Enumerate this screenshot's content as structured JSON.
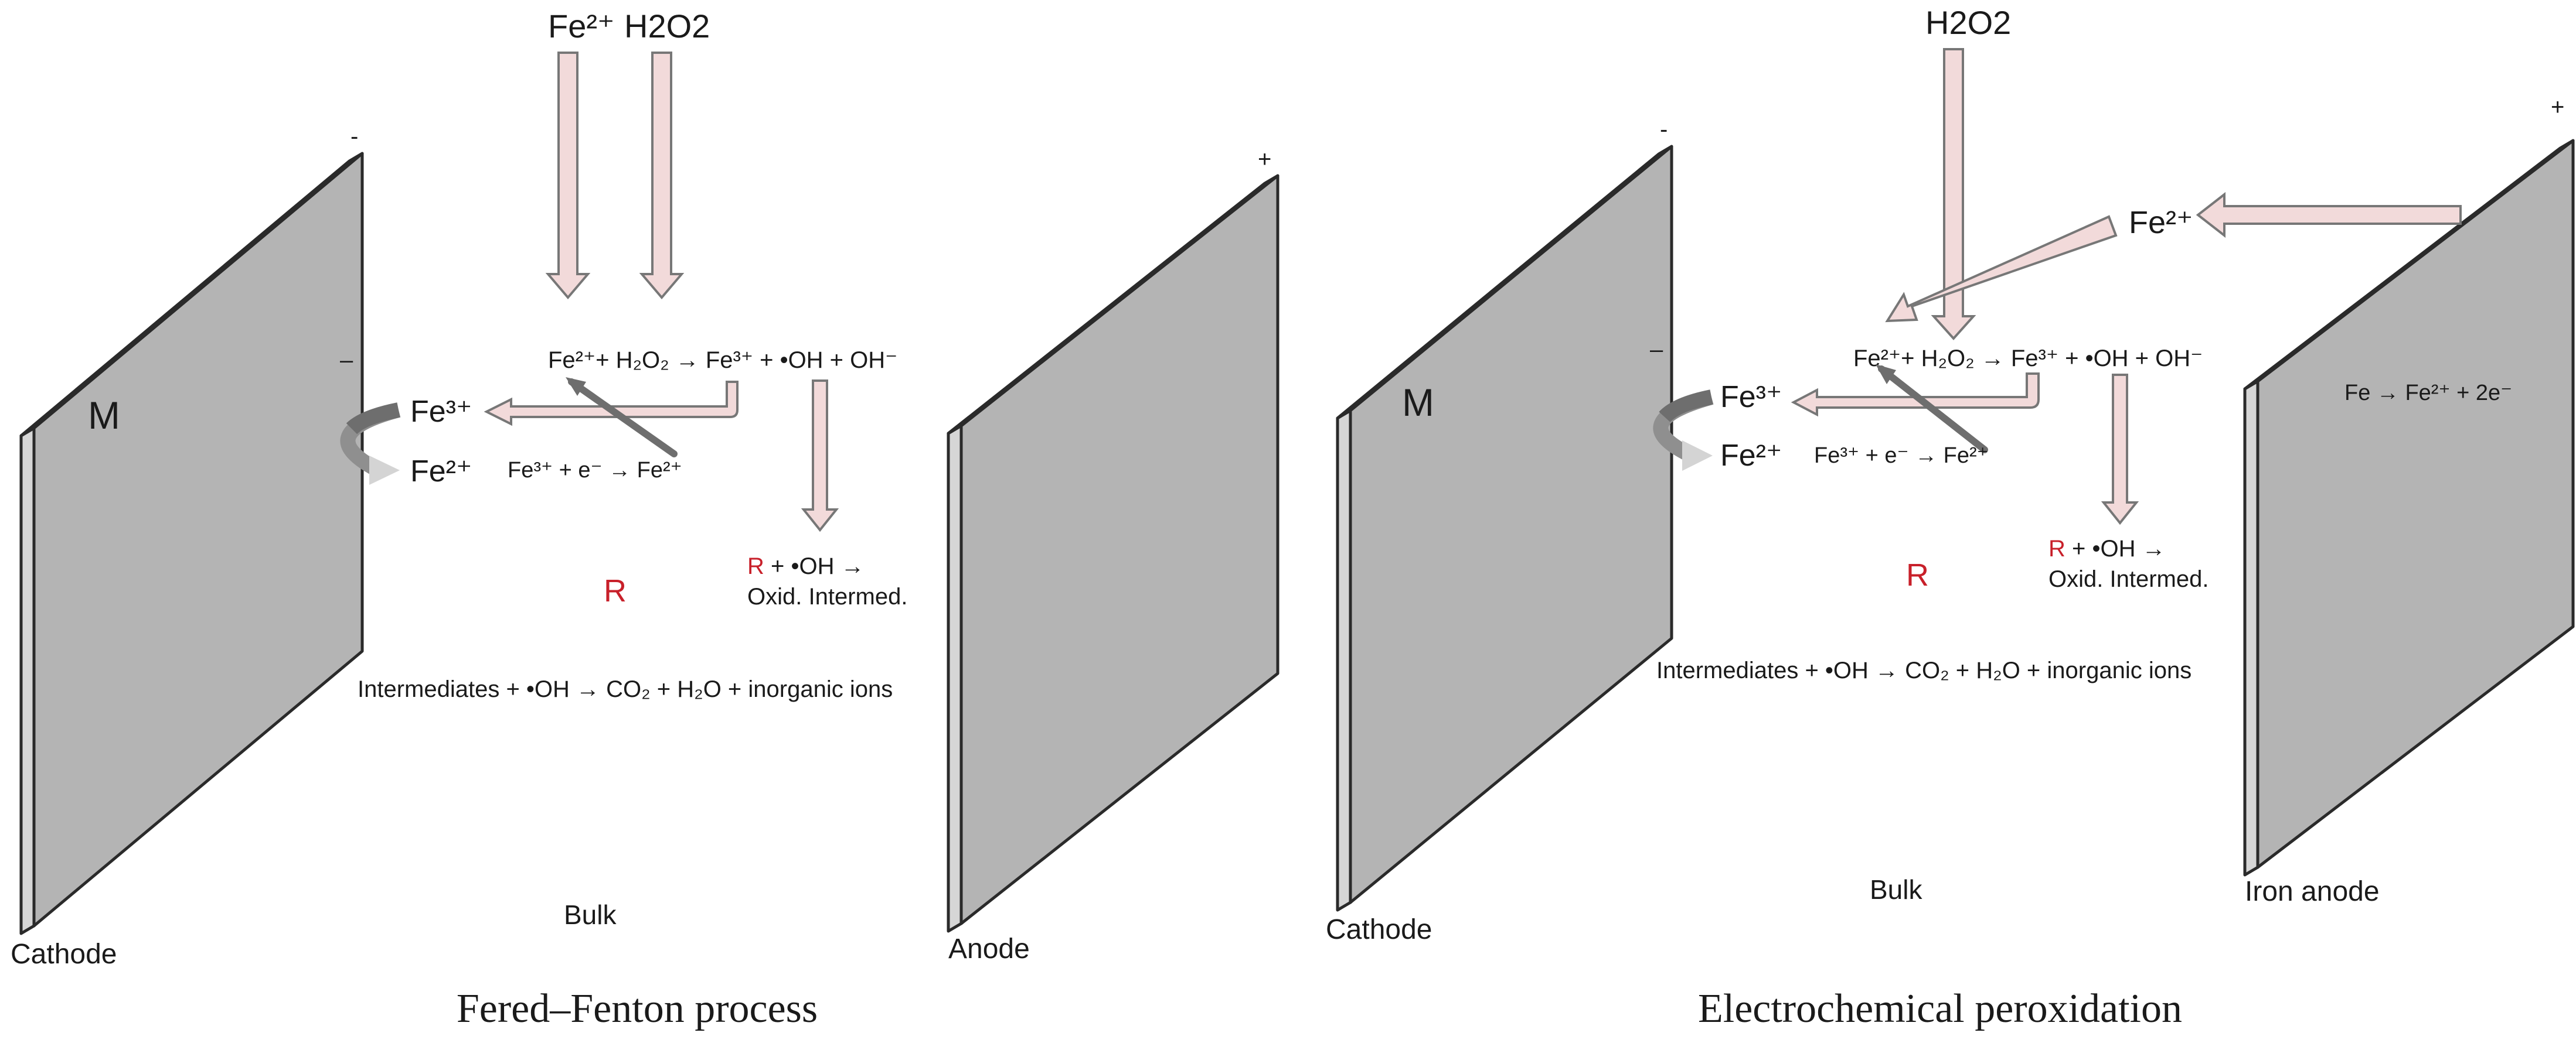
{
  "left_panel": {
    "caption": "Fered–Fenton process",
    "inputs": {
      "fe2": "Fe²⁺",
      "h2o2": "H2O2"
    },
    "cathode_sign": "-",
    "anode_sign": "+",
    "mid_sign": "–",
    "electrode_label": "M",
    "cathode_label": "Cathode",
    "anode_label": "Anode",
    "fe3_label": "Fe³⁺",
    "fe2_label": "Fe²⁺",
    "fenton_reaction": "Fe²⁺+ H₂O₂ → Fe³⁺ + •OH + OH⁻",
    "reduction_reaction": "Fe³⁺ + e⁻ → Fe²⁺",
    "r_oh_r": "R",
    "r_oh_rest": " + •OH →",
    "oxid_intermed": "Oxid. Intermed.",
    "r_label": "R",
    "mineralization": "Intermediates + •OH → CO₂ + H₂O + inorganic ions",
    "bulk_label": "Bulk"
  },
  "right_panel": {
    "caption": "Electrochemical peroxidation",
    "inputs": {
      "h2o2": "H2O2"
    },
    "fe2_input": "Fe²⁺",
    "cathode_sign": "-",
    "anode_sign": "+",
    "mid_sign": "–",
    "electrode_label": "M",
    "cathode_label": "Cathode",
    "anode_label": "Iron anode",
    "anode_reaction": "Fe → Fe²⁺ + 2e⁻",
    "fe3_label": "Fe³⁺",
    "fe2_label": "Fe²⁺",
    "fenton_reaction": "Fe²⁺+ H₂O₂ → Fe³⁺ + •OH + OH⁻",
    "reduction_reaction": "Fe³⁺ + e⁻ → Fe²⁺",
    "r_oh_r": "R",
    "r_oh_rest": " + •OH →",
    "oxid_intermed": "Oxid. Intermed.",
    "r_label": "R",
    "mineralization": "Intermediates + •OH → CO₂ + H₂O + inorganic ions",
    "bulk_label": "Bulk"
  }
}
